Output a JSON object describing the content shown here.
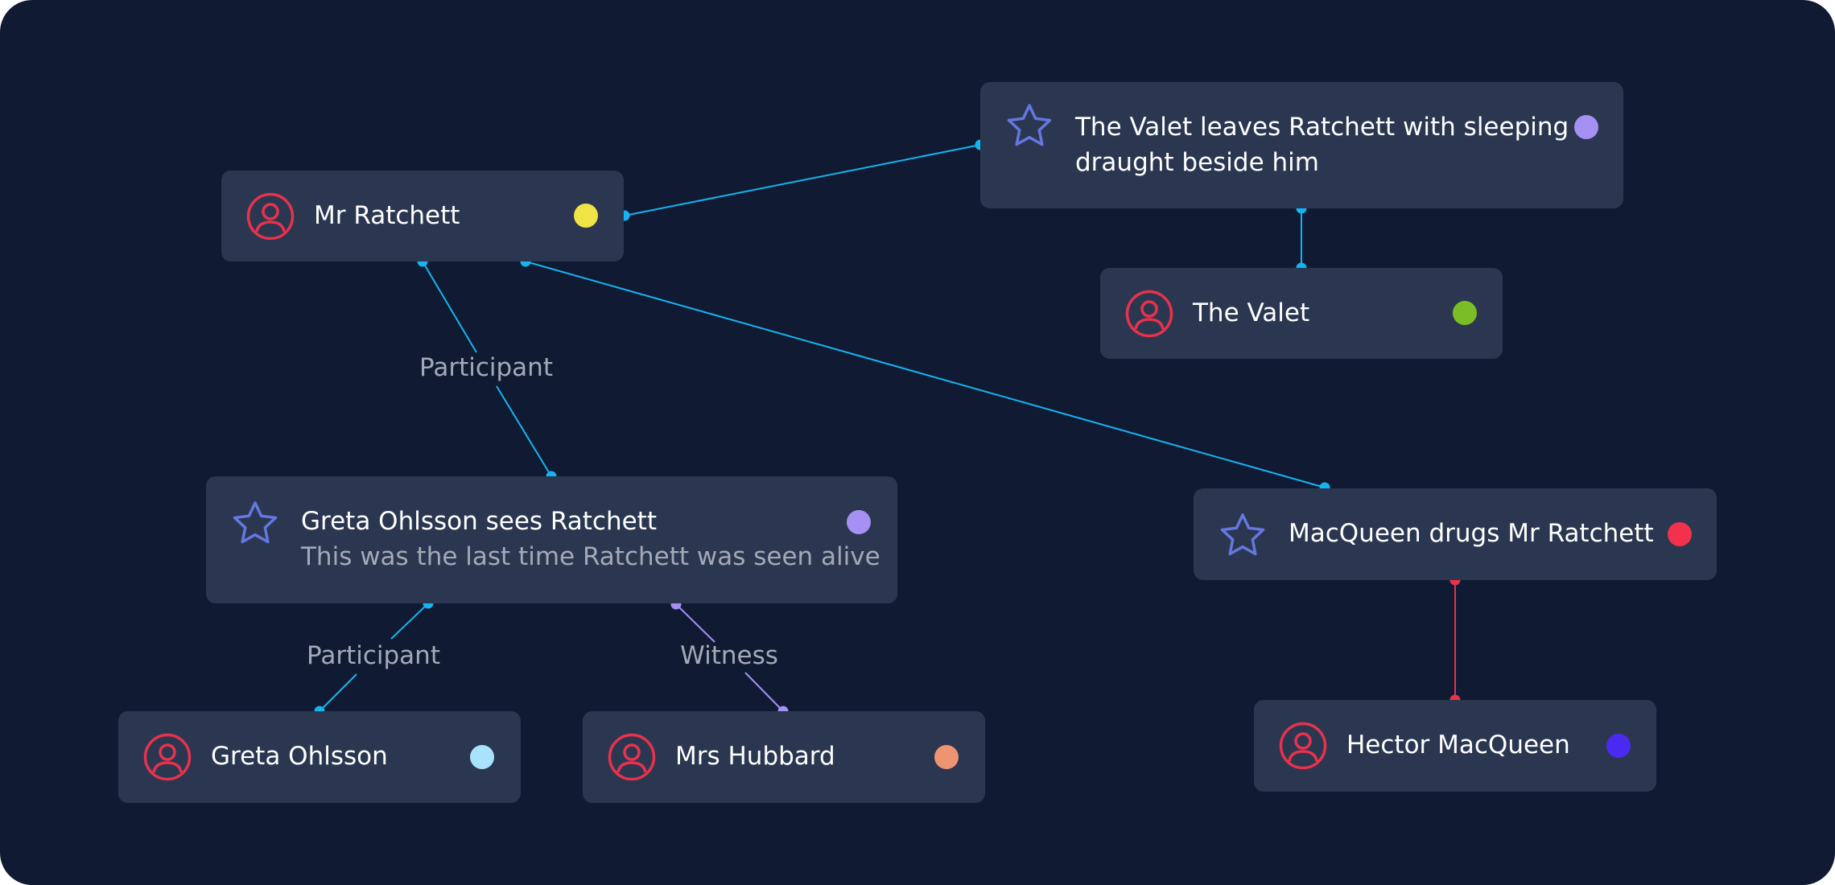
{
  "colors": {
    "background": "#101b33",
    "node": "#2b3751",
    "person_icon": "#e8324c",
    "event_icon": "#6577e0",
    "edge_default": "#15b4f0",
    "edge_witness": "#a590f3",
    "edge_red": "#e8324c"
  },
  "nodes": {
    "mr_ratchett": {
      "label": "Mr Ratchett",
      "icon": "person-icon",
      "dot": "#f0e345"
    },
    "valet_event": {
      "line1": "The Valet leaves Ratchett with sleeping",
      "line2": "draught beside him",
      "icon": "star-icon",
      "dot": "#a590f3"
    },
    "the_valet": {
      "label": "The Valet",
      "icon": "person-icon",
      "dot": "#7bbd26"
    },
    "greta_event": {
      "label": "Greta Ohlsson sees Ratchett",
      "sub": "This was the last time Ratchett was seen alive",
      "icon": "star-icon",
      "dot": "#a590f3"
    },
    "macqueen_event": {
      "label": "MacQueen drugs Mr Ratchett",
      "icon": "star-icon",
      "dot": "#f2324d"
    },
    "greta_ohlsson": {
      "label": "Greta Ohlsson",
      "icon": "person-icon",
      "dot": "#a8e3fb"
    },
    "mrs_hubbard": {
      "label": "Mrs Hubbard",
      "icon": "person-icon",
      "dot": "#ee9472"
    },
    "hector_macqueen": {
      "label": "Hector MacQueen",
      "icon": "person-icon",
      "dot": "#4a2af0"
    }
  },
  "edges": {
    "ratchett_greta_event": {
      "label": "Participant"
    },
    "greta_event_greta": {
      "label": "Participant"
    },
    "greta_event_hubbard": {
      "label": "Witness"
    }
  }
}
